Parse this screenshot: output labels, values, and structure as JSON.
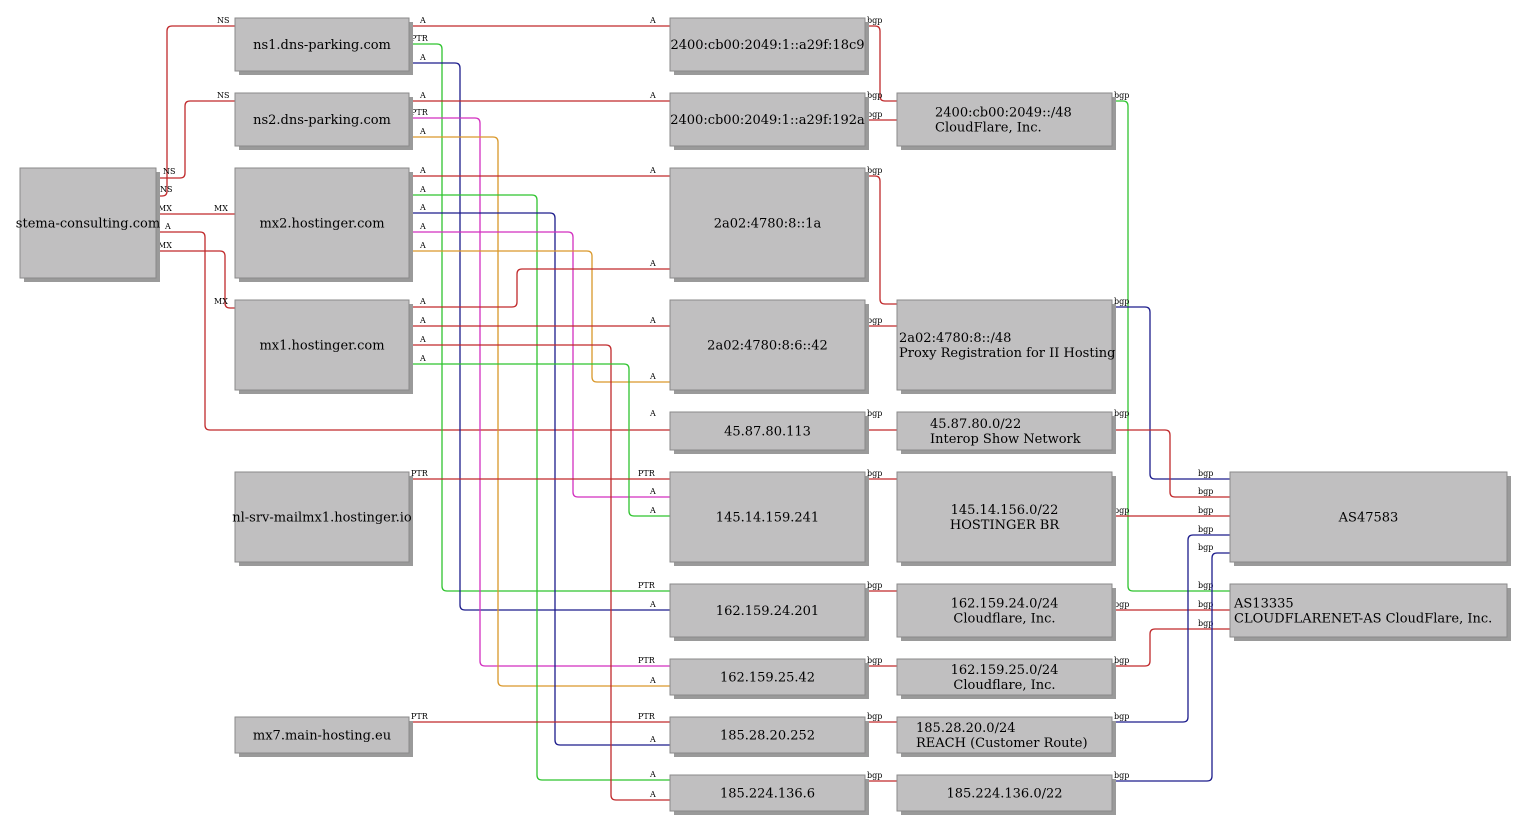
{
  "colors": {
    "red": "#c0292b",
    "green": "#2fc42f",
    "blue": "#1c1c8c",
    "magenta": "#d22fbf",
    "orange": "#d9982a"
  },
  "nodes": {
    "stema": [
      "stema-consulting.com"
    ],
    "ns1": [
      "ns1.dns-parking.com"
    ],
    "ns2": [
      "ns2.dns-parking.com"
    ],
    "mx2": [
      "mx2.hostinger.com"
    ],
    "mx1": [
      "mx1.hostinger.com"
    ],
    "nlsrv": [
      "nl-srv-mailmx1.hostinger.io"
    ],
    "mx7": [
      "mx7.main-hosting.eu"
    ],
    "ip6a": [
      "2400:cb00:2049:1::a29f:18c9"
    ],
    "ip6b": [
      "2400:cb00:2049:1::a29f:192a"
    ],
    "ip6c": [
      "2a02:4780:8::1a"
    ],
    "ip6d": [
      "2a02:4780:8:6::42"
    ],
    "ip4a": [
      "45.87.80.113"
    ],
    "ip4b": [
      "145.14.159.241"
    ],
    "ip4c": [
      "162.159.24.201"
    ],
    "ip4d": [
      "162.159.25.42"
    ],
    "ip4e": [
      "185.28.20.252"
    ],
    "ip4f": [
      "185.224.136.6"
    ],
    "pfx1": [
      "2400:cb00:2049::/48",
      "CloudFlare, Inc."
    ],
    "pfx2": [
      "2a02:4780:8::/48",
      "Proxy Registration for II Hosting"
    ],
    "pfx3": [
      "45.87.80.0/22",
      "Interop Show Network"
    ],
    "pfx4": [
      "145.14.156.0/22",
      "HOSTINGER BR"
    ],
    "pfx5": [
      "162.159.24.0/24",
      "Cloudflare, Inc."
    ],
    "pfx6": [
      "162.159.25.0/24",
      "Cloudflare, Inc."
    ],
    "pfx7": [
      "185.28.20.0/24",
      "REACH (Customer Route)"
    ],
    "pfx8": [
      "185.224.136.0/22"
    ],
    "as1": [
      "AS47583"
    ],
    "as2": [
      "AS13335",
      "CLOUDFLARENET-AS CloudFlare, Inc."
    ]
  },
  "edge_labels": {
    "ns": "NS",
    "mx": "MX",
    "a": "A",
    "ptr": "PTR",
    "bgp": "bgp"
  },
  "edges": [
    {
      "from": "stema",
      "to": "ns1",
      "type": "NS",
      "color": "red"
    },
    {
      "from": "stema",
      "to": "ns2",
      "type": "NS",
      "color": "red"
    },
    {
      "from": "stema",
      "to": "mx2",
      "type": "MX",
      "color": "red"
    },
    {
      "from": "stema",
      "to": "mx1",
      "type": "MX",
      "color": "red"
    },
    {
      "from": "stema",
      "to": "ip4a",
      "type": "A",
      "color": "red"
    },
    {
      "from": "ns1",
      "to": "ip6a",
      "type": "A",
      "color": "red"
    },
    {
      "from": "ns1",
      "to": "ip4c",
      "type": "PTR",
      "color": "green"
    },
    {
      "from": "ns1",
      "to": "ip4c",
      "type": "A",
      "color": "blue"
    },
    {
      "from": "ns2",
      "to": "ip6b",
      "type": "A",
      "color": "red"
    },
    {
      "from": "ns2",
      "to": "ip4d",
      "type": "PTR",
      "color": "magenta"
    },
    {
      "from": "ns2",
      "to": "ip4d",
      "type": "A",
      "color": "orange"
    },
    {
      "from": "mx2",
      "to": "ip6c",
      "type": "A",
      "color": "red"
    },
    {
      "from": "mx2",
      "to": "ip4f",
      "type": "A",
      "color": "green"
    },
    {
      "from": "mx2",
      "to": "ip4e",
      "type": "A",
      "color": "blue"
    },
    {
      "from": "mx2",
      "to": "ip4b",
      "type": "A",
      "color": "magenta"
    },
    {
      "from": "mx2",
      "to": "ip6d",
      "type": "A",
      "color": "orange"
    },
    {
      "from": "mx1",
      "to": "ip6c",
      "type": "A",
      "color": "red"
    },
    {
      "from": "mx1",
      "to": "ip6d",
      "type": "A",
      "color": "red"
    },
    {
      "from": "mx1",
      "to": "ip4f",
      "type": "A",
      "color": "red"
    },
    {
      "from": "mx1",
      "to": "ip4b",
      "type": "A",
      "color": "green"
    },
    {
      "from": "nlsrv",
      "to": "ip4b",
      "type": "PTR",
      "color": "red"
    },
    {
      "from": "mx7",
      "to": "ip4e",
      "type": "PTR",
      "color": "red"
    },
    {
      "from": "ip6a",
      "to": "pfx1",
      "type": "bgp",
      "color": "red"
    },
    {
      "from": "ip6b",
      "to": "pfx1",
      "type": "bgp",
      "color": "red"
    },
    {
      "from": "ip6c",
      "to": "pfx2",
      "type": "bgp",
      "color": "red"
    },
    {
      "from": "ip6d",
      "to": "pfx2",
      "type": "bgp",
      "color": "red"
    },
    {
      "from": "ip4a",
      "to": "pfx3",
      "type": "bgp",
      "color": "red"
    },
    {
      "from": "ip4b",
      "to": "pfx4",
      "type": "bgp",
      "color": "red"
    },
    {
      "from": "ip4c",
      "to": "pfx5",
      "type": "bgp",
      "color": "red"
    },
    {
      "from": "ip4d",
      "to": "pfx6",
      "type": "bgp",
      "color": "red"
    },
    {
      "from": "ip4e",
      "to": "pfx7",
      "type": "bgp",
      "color": "red"
    },
    {
      "from": "ip4f",
      "to": "pfx8",
      "type": "bgp",
      "color": "red"
    },
    {
      "from": "pfx1",
      "to": "as2",
      "type": "bgp",
      "color": "green"
    },
    {
      "from": "pfx2",
      "to": "as1",
      "type": "bgp",
      "color": "blue"
    },
    {
      "from": "pfx3",
      "to": "as1",
      "type": "bgp",
      "color": "red"
    },
    {
      "from": "pfx4",
      "to": "as1",
      "type": "bgp",
      "color": "red"
    },
    {
      "from": "pfx5",
      "to": "as2",
      "type": "bgp",
      "color": "red"
    },
    {
      "from": "pfx6",
      "to": "as2",
      "type": "bgp",
      "color": "red"
    },
    {
      "from": "pfx7",
      "to": "as1",
      "type": "bgp",
      "color": "blue"
    },
    {
      "from": "pfx8",
      "to": "as1",
      "type": "bgp",
      "color": "blue"
    }
  ]
}
